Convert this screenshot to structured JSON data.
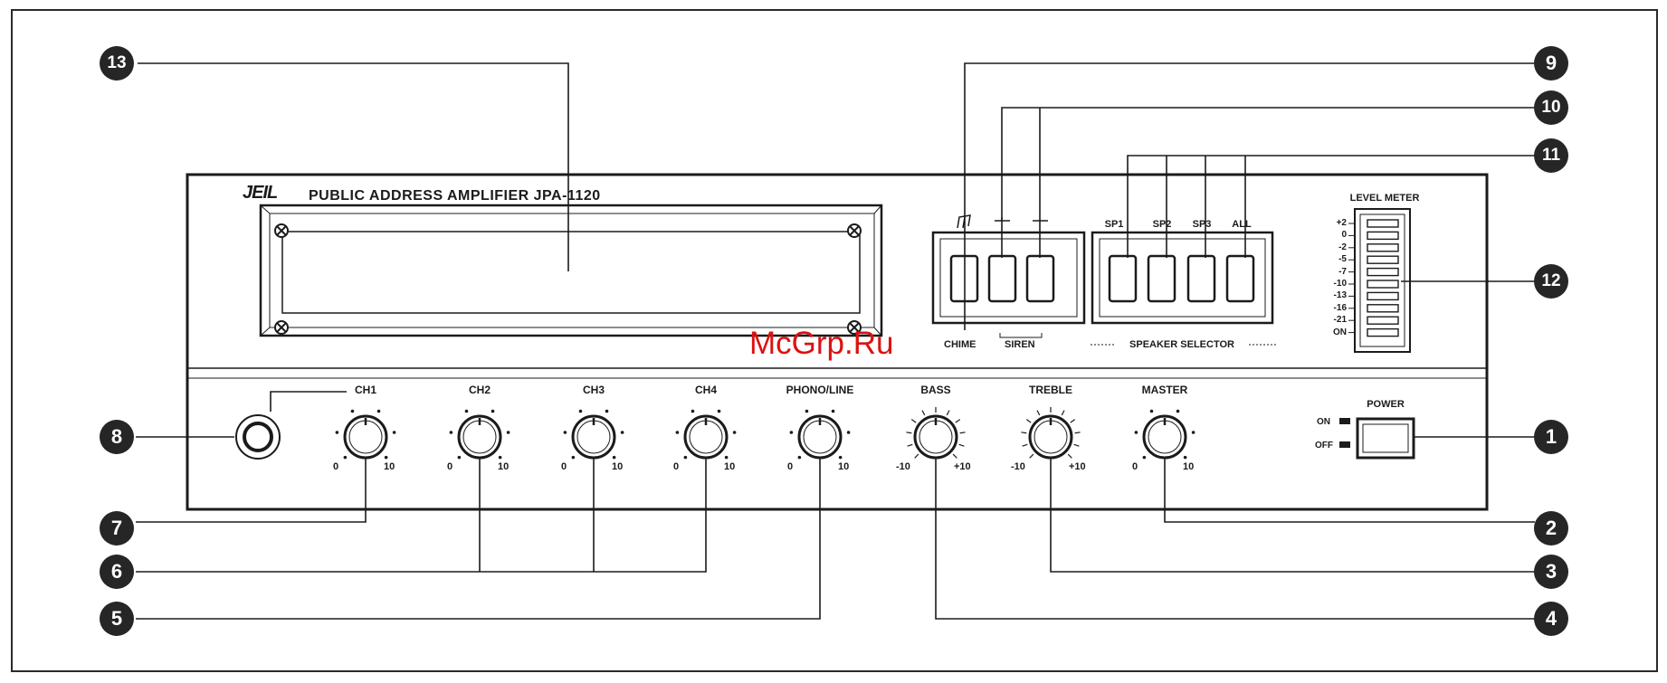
{
  "panel": {
    "brand": "JEIL",
    "model": "PUBLIC ADDRESS AMPLIFIER JPA-1120"
  },
  "chime_siren": {
    "chime_label": "CHIME",
    "siren_label": "SIREN"
  },
  "speaker_selector": {
    "buttons": [
      "SP1",
      "SP2",
      "SP3",
      "ALL"
    ],
    "label": "SPEAKER SELECTOR"
  },
  "level_meter": {
    "label": "LEVEL METER",
    "ticks": [
      "+2",
      "0",
      "-2",
      "-5",
      "-7",
      "-10",
      "-13",
      "-16",
      "-21",
      "ON"
    ]
  },
  "knobs": [
    {
      "label": "CH1",
      "min": "0",
      "max": "10"
    },
    {
      "label": "CH2",
      "min": "0",
      "max": "10"
    },
    {
      "label": "CH3",
      "min": "0",
      "max": "10"
    },
    {
      "label": "CH4",
      "min": "0",
      "max": "10"
    },
    {
      "label": "PHONO/LINE",
      "min": "0",
      "max": "10"
    },
    {
      "label": "BASS",
      "min": "-10",
      "max": "+10"
    },
    {
      "label": "TREBLE",
      "min": "-10",
      "max": "+10"
    },
    {
      "label": "MASTER",
      "min": "0",
      "max": "10"
    }
  ],
  "power": {
    "label": "POWER",
    "on_label": "ON",
    "off_label": "OFF"
  },
  "callouts": [
    "1",
    "2",
    "3",
    "4",
    "5",
    "6",
    "7",
    "8",
    "9",
    "10",
    "11",
    "12",
    "13"
  ],
  "watermark": "McGrp.Ru",
  "colors": {
    "ink": "#1b1b1b",
    "callout_fill": "#262626",
    "watermark": "#dd1111"
  }
}
